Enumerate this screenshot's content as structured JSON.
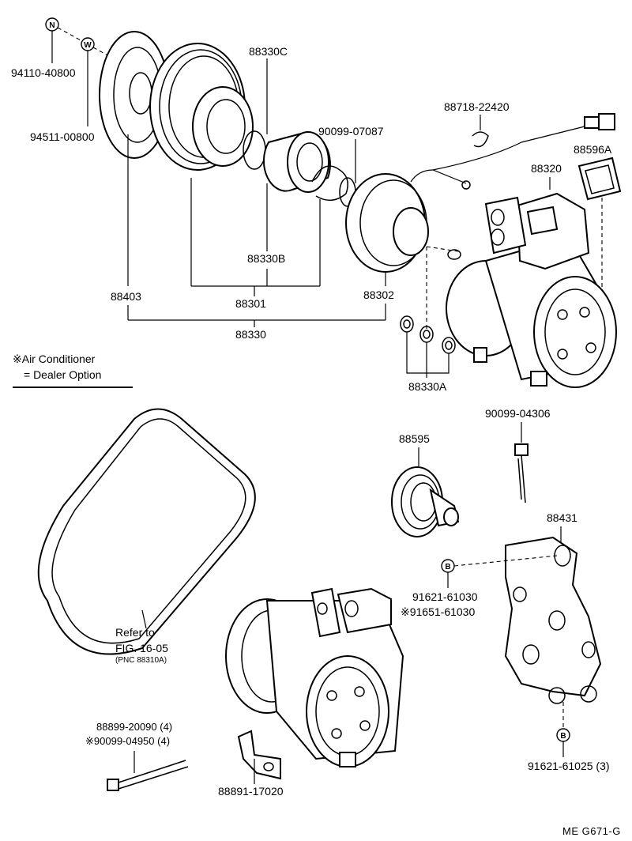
{
  "labels": {
    "p94110": "94110-40800",
    "p94511": "94511-00800",
    "p88330C": "88330C",
    "p90099_07087": "90099-07087",
    "p88718": "88718-22420",
    "p88596A": "88596A",
    "p88320": "88320",
    "p88330B": "88330B",
    "p88403": "88403",
    "p88301": "88301",
    "p88302": "88302",
    "p88330": "88330",
    "p88330A": "88330A",
    "p88595": "88595",
    "p90099_04306": "90099-04306",
    "p88431": "88431",
    "p91621_61030": "91621-61030",
    "p91651_61030": "※91651-61030",
    "p88899": "88899-20090 (4)",
    "p90099_04950": "※90099-04950 (4)",
    "p88891": "88891-17020",
    "p91621_61025": "91621-61025 (3)"
  },
  "markers": {
    "n": "N",
    "w": "W",
    "b": "B"
  },
  "note": {
    "line1": "※Air Conditioner",
    "line2": "= Dealer Option"
  },
  "reference": {
    "line1": "Refer to",
    "line2": "FIG. 16-05",
    "line3": "(PNC 88310A)"
  },
  "code": "ME  G671-G"
}
